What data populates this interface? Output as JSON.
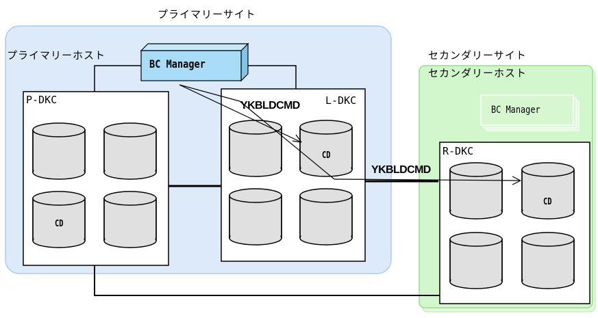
{
  "primary_site": {
    "title": "プライマリーサイト",
    "host_label": "プライマリーホスト",
    "bc_manager": "BC Manager",
    "p_dkc": {
      "label": "P-DKC",
      "cd_label": "CD"
    },
    "l_dkc": {
      "label": "L-DKC",
      "cd_label": "CD"
    },
    "command_label": "YKBLDCMD"
  },
  "secondary_site": {
    "title": "セカンダリーサイト",
    "host_label": "セカンダリーホスト",
    "bc_manager": "BC Manager",
    "r_dkc": {
      "label": "R-DKC",
      "cd_label": "CD"
    },
    "command_label": "YKBLDCMD"
  },
  "colors": {
    "primary_site_fill": "#ddeafa",
    "primary_site_border": "#aaccee",
    "secondary_site_fill": "#d2f7cc",
    "secondary_site_border": "#99dd88",
    "bc_manager_primary_fill": "#a8dcf7",
    "bc_manager_secondary_fill": "#d6f7d0",
    "disk_fill": "#e0e0e0"
  }
}
